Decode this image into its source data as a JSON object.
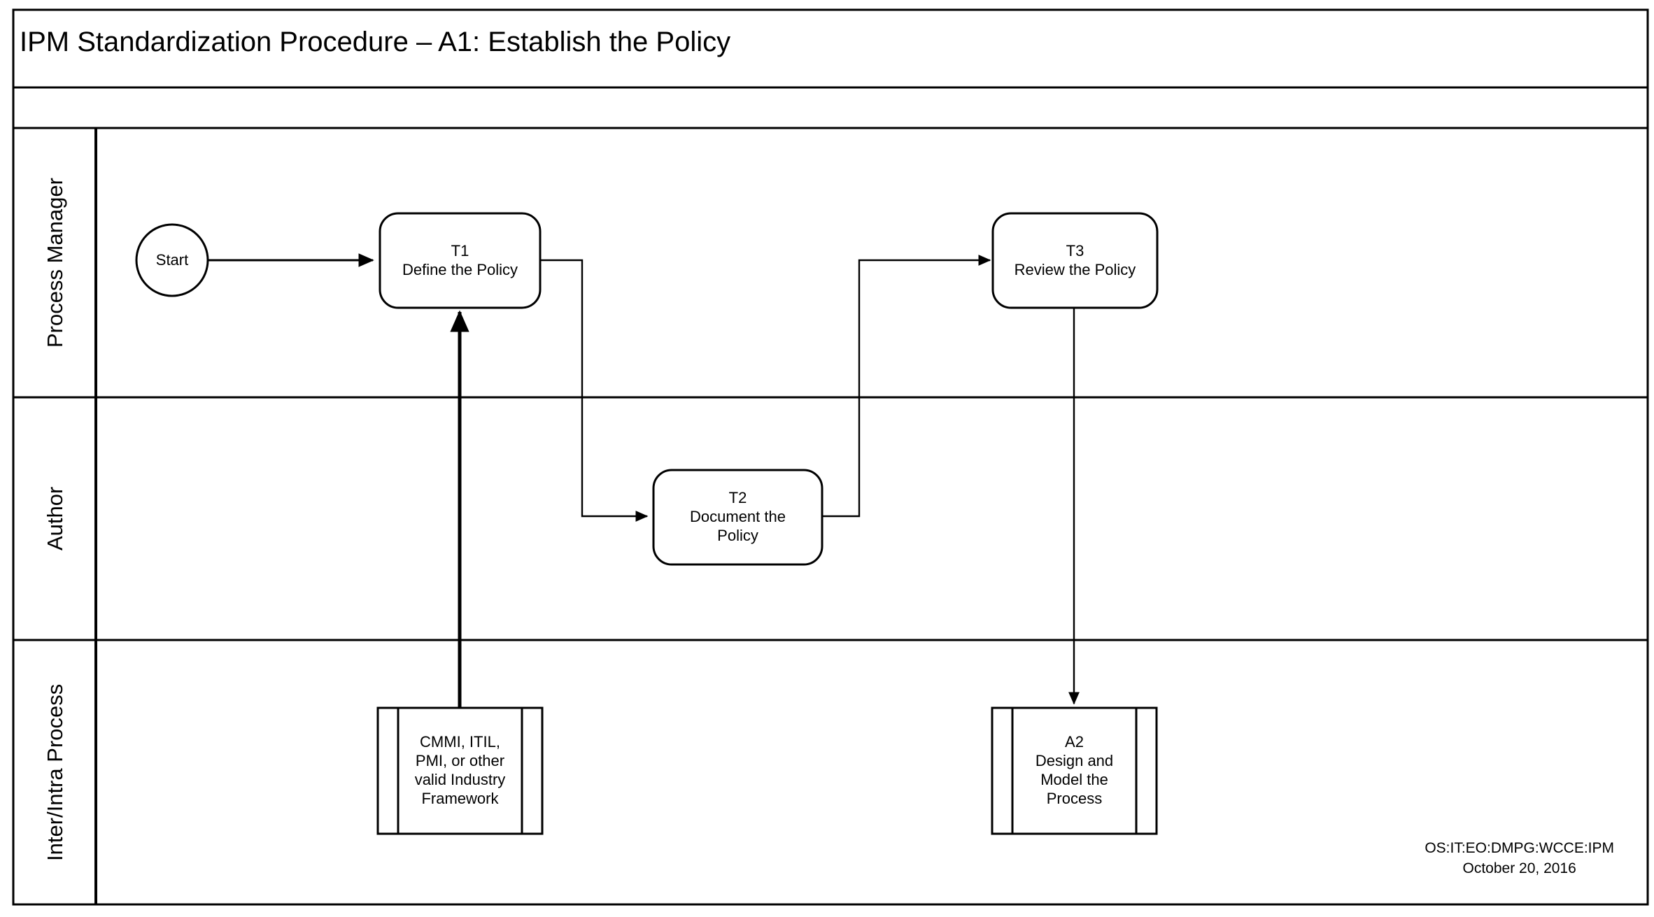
{
  "document": {
    "title": "IPM Standardization Procedure – A1: Establish the Policy",
    "footer": {
      "org_code": "OS:IT:EO:DMPG:WCCE:IPM",
      "date": "October 20, 2016"
    },
    "colors": {
      "background": "#ffffff",
      "stroke": "#000000",
      "text": "#000000"
    }
  },
  "diagram": {
    "type": "swimlane-flowchart",
    "lanes": [
      {
        "id": "lane-process-manager",
        "label": "Process Manager"
      },
      {
        "id": "lane-author",
        "label": "Author"
      },
      {
        "id": "lane-inter-intra-process",
        "label": "Inter/Intra Process"
      }
    ],
    "nodes": [
      {
        "id": "start",
        "shape": "circle",
        "lane": "lane-process-manager",
        "lines": [
          "Start"
        ]
      },
      {
        "id": "t1",
        "shape": "rounded-rectangle",
        "lane": "lane-process-manager",
        "lines": [
          "T1",
          "Define the Policy"
        ]
      },
      {
        "id": "t3",
        "shape": "rounded-rectangle",
        "lane": "lane-process-manager",
        "lines": [
          "T3",
          "Review the Policy"
        ]
      },
      {
        "id": "t2",
        "shape": "rounded-rectangle",
        "lane": "lane-author",
        "lines": [
          "T2",
          "Document the",
          "Policy"
        ]
      },
      {
        "id": "framework",
        "shape": "predefined-process",
        "lane": "lane-inter-intra-process",
        "lines": [
          "CMMI, ITIL,",
          "PMI, or other",
          "valid Industry",
          "Framework"
        ]
      },
      {
        "id": "a2",
        "shape": "predefined-process",
        "lane": "lane-inter-intra-process",
        "lines": [
          "A2",
          "Design and",
          "Model the",
          "Process"
        ]
      }
    ],
    "connectors": [
      {
        "id": "start-to-t1",
        "from": "start",
        "to": "t1",
        "label": ""
      },
      {
        "id": "t1-to-t2",
        "from": "t1",
        "to": "t2",
        "label": ""
      },
      {
        "id": "t2-to-t3",
        "from": "t2",
        "to": "t3",
        "label": ""
      },
      {
        "id": "t3-to-a2",
        "from": "t3",
        "to": "a2",
        "label": ""
      },
      {
        "id": "framework-to-t1",
        "from": "framework",
        "to": "t1",
        "label": ""
      }
    ]
  }
}
